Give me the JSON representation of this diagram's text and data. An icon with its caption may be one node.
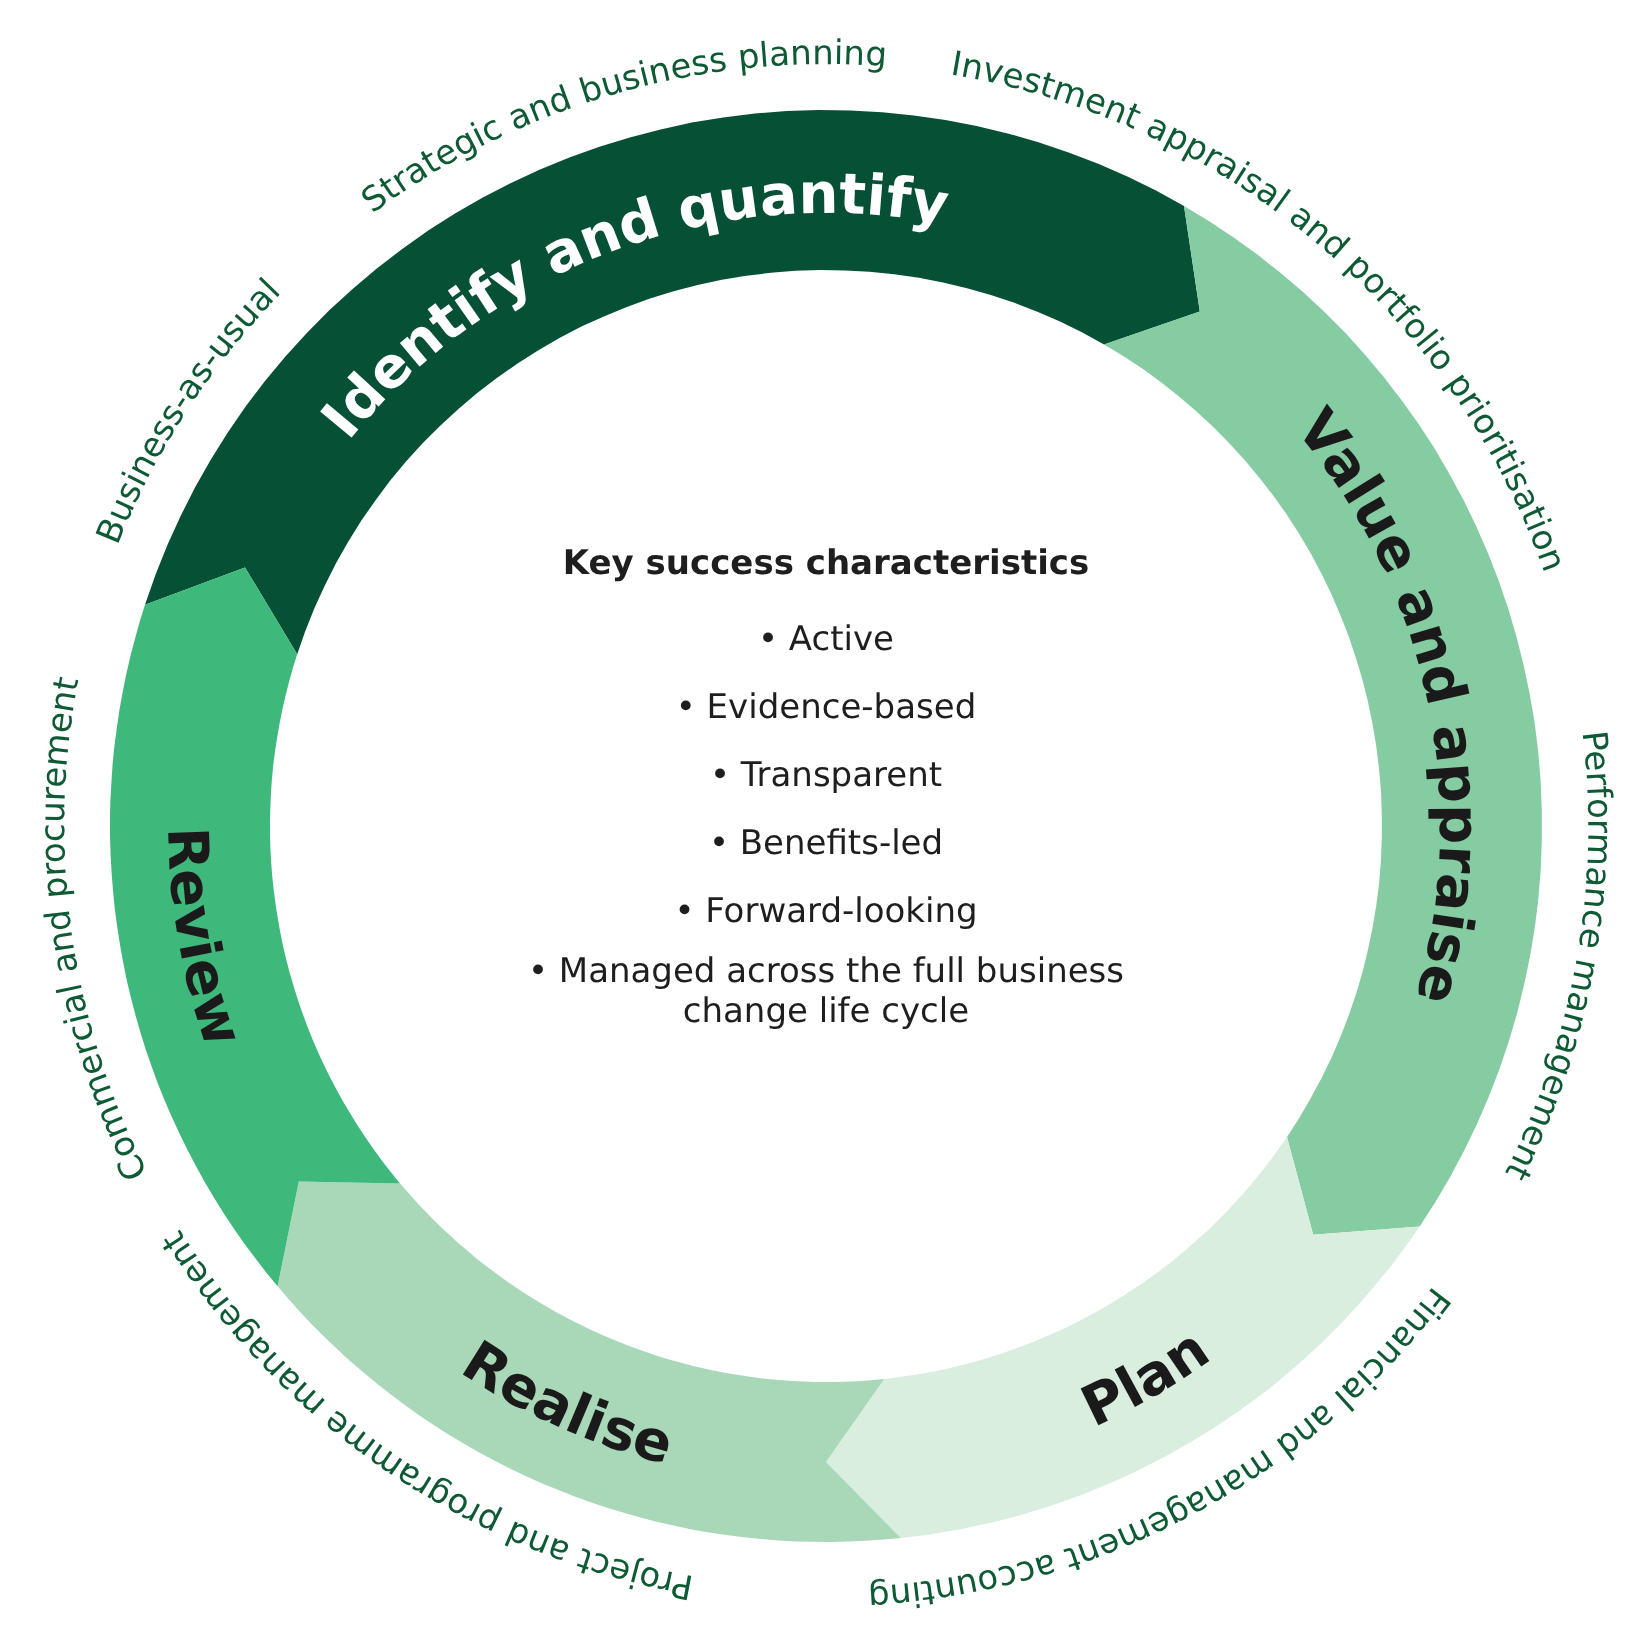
{
  "diagram": {
    "nodes": [
      {
        "text": [
          "Identify and quantify"
        ]
      },
      {
        "text": [
          "Value and appraise"
        ]
      },
      {
        "text": [
          "Plan"
        ]
      },
      {
        "text": [
          "Realise"
        ]
      },
      {
        "text": [
          "Review"
        ]
      },
      {
        "text": [
          "Key success characteristics",
          "• Active",
          "• Evidence-based",
          "• Transparent",
          "• Benefits-led",
          "• Forward-looking",
          "• Managed across the full business change life cycle"
        ]
      }
    ],
    "labels": [
      "Business-as-usual",
      "Strategic and business planning",
      "Investment appraisal and portfolio prioritisation",
      "Performance management",
      "Financial and management accounting",
      "Project and programme management",
      "Commercial and procurement"
    ]
  }
}
